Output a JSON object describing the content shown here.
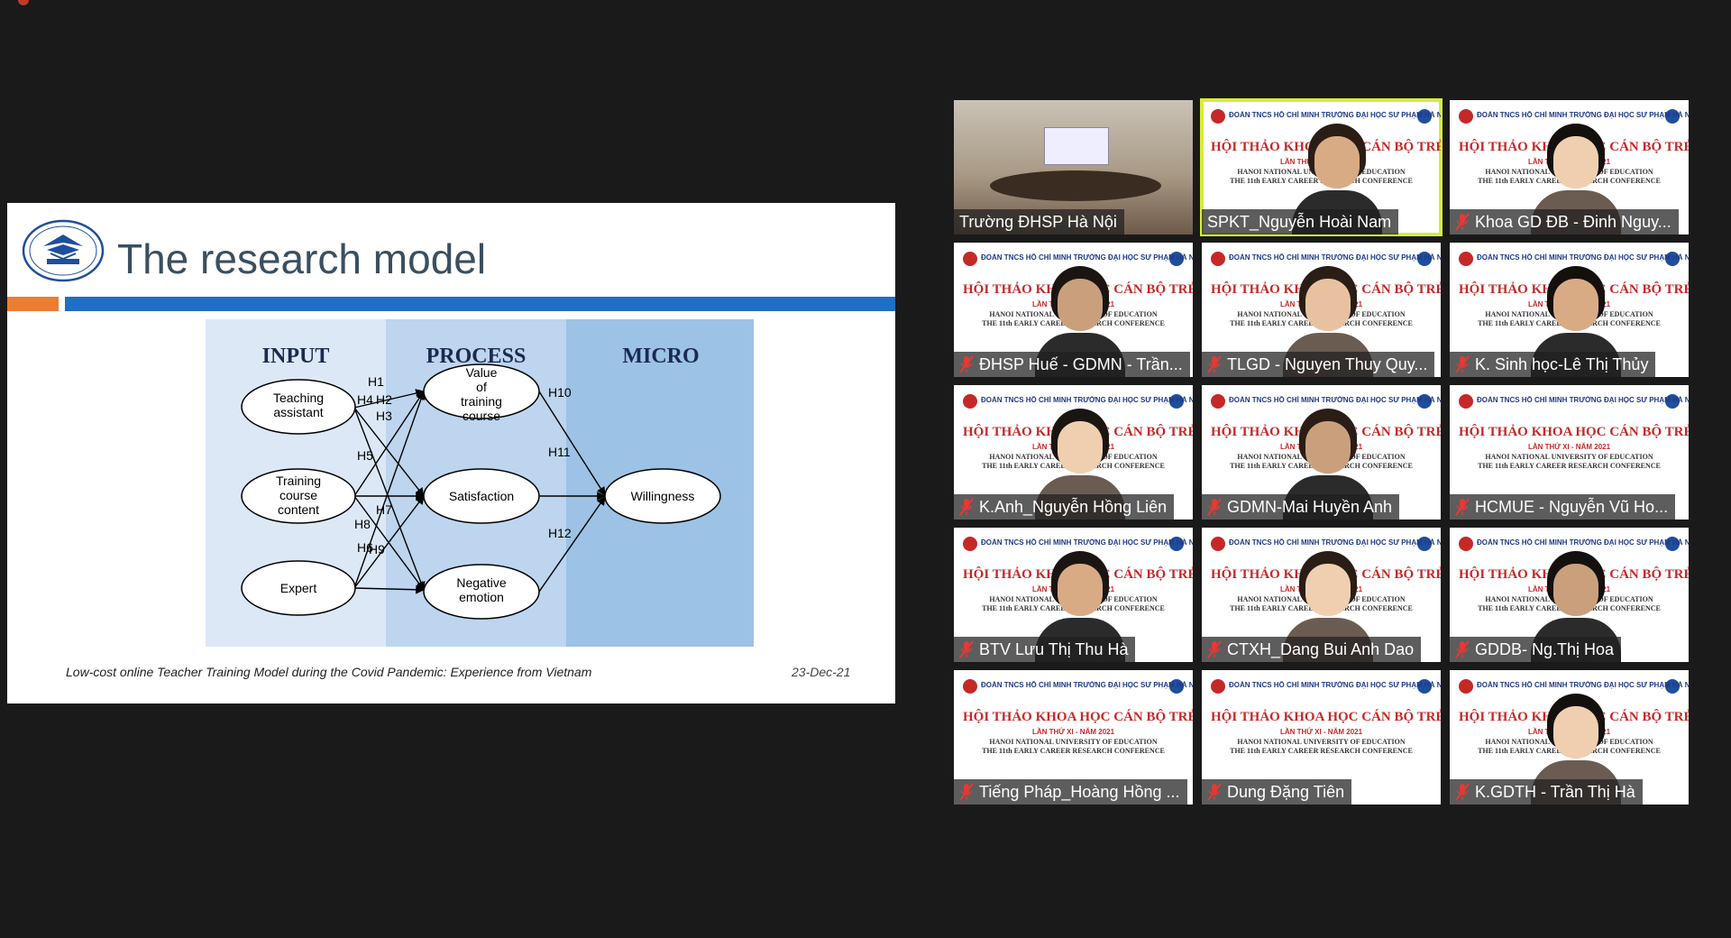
{
  "slide": {
    "title": "The research model",
    "footer_text": "Low-cost online Teacher Training Model during the Covid Pandemic: Experience from Vietnam",
    "footer_date": "23-Dec-21",
    "logo": "university-logo",
    "model": {
      "columns": [
        "INPUT",
        "PROCESS",
        "MICRO"
      ],
      "inputs": [
        "Teaching assistant",
        "Training course content",
        "Expert"
      ],
      "processes": [
        "Value of training course",
        "Satisfaction",
        "Negative emotion"
      ],
      "output": "Willingness",
      "hypotheses": [
        "H1",
        "H2",
        "H3",
        "H4",
        "H5",
        "H6",
        "H7",
        "H8",
        "H9",
        "H10",
        "H11",
        "H12"
      ]
    }
  },
  "banner": {
    "org": "ĐOÀN TNCS HỒ CHÍ MINH TRƯỜNG ĐẠI HỌC SƯ PHẠM HÀ NỘI",
    "conference": "HỘI THẢO KHOA HỌC CÁN BỘ TRẺ",
    "edition": "LẦN THỨ XI - NĂM 2021",
    "university": "HANOI NATIONAL UNIVERSITY OF EDUCATION",
    "event": "THE 11th EARLY CAREER RESEARCH CONFERENCE"
  },
  "participants": [
    {
      "name": "Trường ĐHSP Hà Nội",
      "muted": false,
      "active": false,
      "kind": "room"
    },
    {
      "name": "SPKT_Nguyễn Hoài Nam",
      "muted": false,
      "active": true,
      "kind": "person"
    },
    {
      "name": "Khoa GD ĐB - Đinh Nguy...",
      "muted": true,
      "active": false,
      "kind": "person"
    },
    {
      "name": "ĐHSP Huế - GDMN - Trần...",
      "muted": true,
      "active": false,
      "kind": "person"
    },
    {
      "name": "TLGD - Nguyen Thuy Quy...",
      "muted": true,
      "active": false,
      "kind": "person"
    },
    {
      "name": "K. Sinh học-Lê Thị Thủy",
      "muted": true,
      "active": false,
      "kind": "person"
    },
    {
      "name": "K.Anh_Nguyễn Hồng Liên",
      "muted": true,
      "active": false,
      "kind": "person"
    },
    {
      "name": "GDMN-Mai Huyền Anh",
      "muted": true,
      "active": false,
      "kind": "person"
    },
    {
      "name": "HCMUE - Nguyễn Vũ Ho...",
      "muted": true,
      "active": false,
      "kind": "banner"
    },
    {
      "name": "BTV Lưu Thị Thu Hà",
      "muted": true,
      "active": false,
      "kind": "person"
    },
    {
      "name": "CTXH_Dang Bui Anh Dao",
      "muted": true,
      "active": false,
      "kind": "person"
    },
    {
      "name": "GDDB- Ng.Thị Hoa",
      "muted": true,
      "active": false,
      "kind": "person"
    },
    {
      "name": "Tiếng Pháp_Hoàng Hồng ...",
      "muted": true,
      "active": false,
      "kind": "banner"
    },
    {
      "name": "Dung Đặng Tiên",
      "muted": true,
      "active": false,
      "kind": "banner"
    },
    {
      "name": "K.GDTH - Trần Thị Hà",
      "muted": true,
      "active": false,
      "kind": "person"
    }
  ]
}
